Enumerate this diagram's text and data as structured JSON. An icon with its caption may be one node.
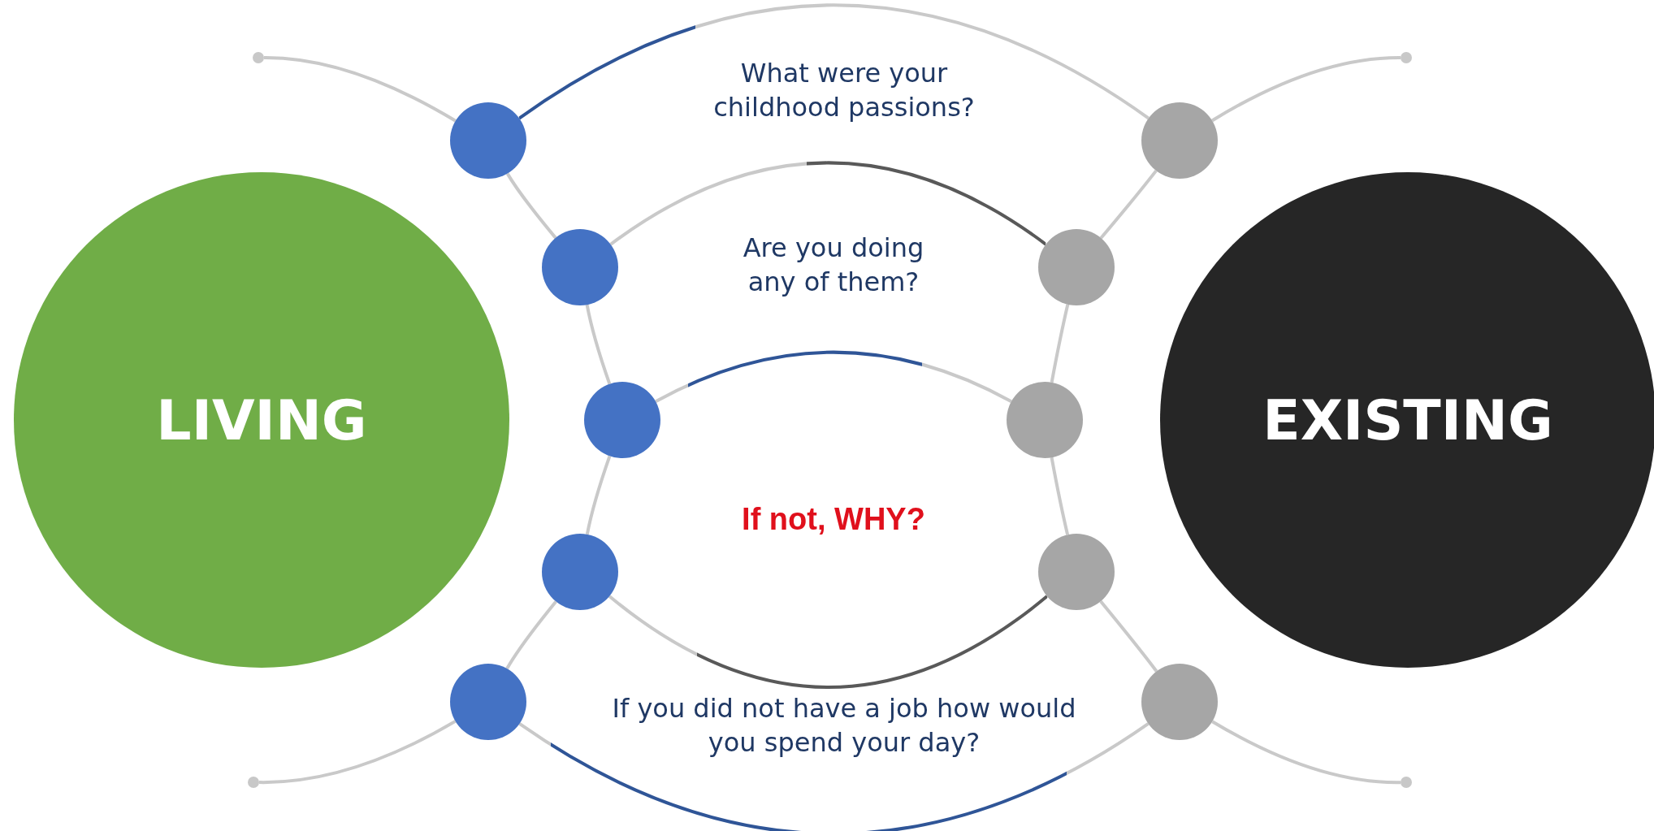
{
  "diagram": {
    "nodes": [
      {
        "text": [
          "LIVING"
        ]
      },
      {
        "text": [
          "EXISTING"
        ]
      },
      {
        "text": [],
        "shape": "circle"
      },
      {
        "text": [],
        "shape": "circle"
      },
      {
        "text": [],
        "shape": "circle"
      },
      {
        "text": [],
        "shape": "circle"
      },
      {
        "text": [],
        "shape": "circle"
      },
      {
        "text": [],
        "shape": "circle"
      },
      {
        "text": [],
        "shape": "circle"
      },
      {
        "text": [],
        "shape": "circle"
      },
      {
        "text": [],
        "shape": "circle"
      },
      {
        "text": [],
        "shape": "circle"
      },
      {
        "text": [],
        "shape": "circle"
      },
      {
        "text": [],
        "shape": "circle"
      },
      {
        "text": [],
        "shape": "circle"
      },
      {
        "text": [],
        "shape": "circle"
      }
    ],
    "edges": [
      {
        "from": 2,
        "to": 7,
        "arrow": "none"
      },
      {
        "from": 3,
        "to": 8,
        "arrow": "none"
      },
      {
        "from": 4,
        "to": 9,
        "arrow": "none"
      },
      {
        "from": 5,
        "to": 10,
        "arrow": "none"
      },
      {
        "from": 6,
        "to": 11,
        "arrow": "none"
      },
      {
        "from": 2,
        "to": 3,
        "arrow": "none"
      },
      {
        "from": 3,
        "to": 4,
        "arrow": "none"
      },
      {
        "from": 4,
        "to": 5,
        "arrow": "none"
      },
      {
        "from": 5,
        "to": 6,
        "arrow": "none"
      },
      {
        "from": 7,
        "to": 8,
        "arrow": "none"
      },
      {
        "from": 8,
        "to": 9,
        "arrow": "none"
      },
      {
        "from": 9,
        "to": 10,
        "arrow": "none"
      },
      {
        "from": 10,
        "to": 11,
        "arrow": "none"
      },
      {
        "from": 12,
        "to": 2,
        "arrow": "none"
      },
      {
        "from": 13,
        "to": 6,
        "arrow": "none"
      },
      {
        "from": 7,
        "to": 14,
        "arrow": "none"
      },
      {
        "from": 11,
        "to": 15,
        "arrow": "none"
      }
    ],
    "labels": [
      "What were your childhood passions?",
      "Are you doing any of them?",
      "If not, WHY?",
      "If you did not have a job how would you spend your day?"
    ]
  }
}
